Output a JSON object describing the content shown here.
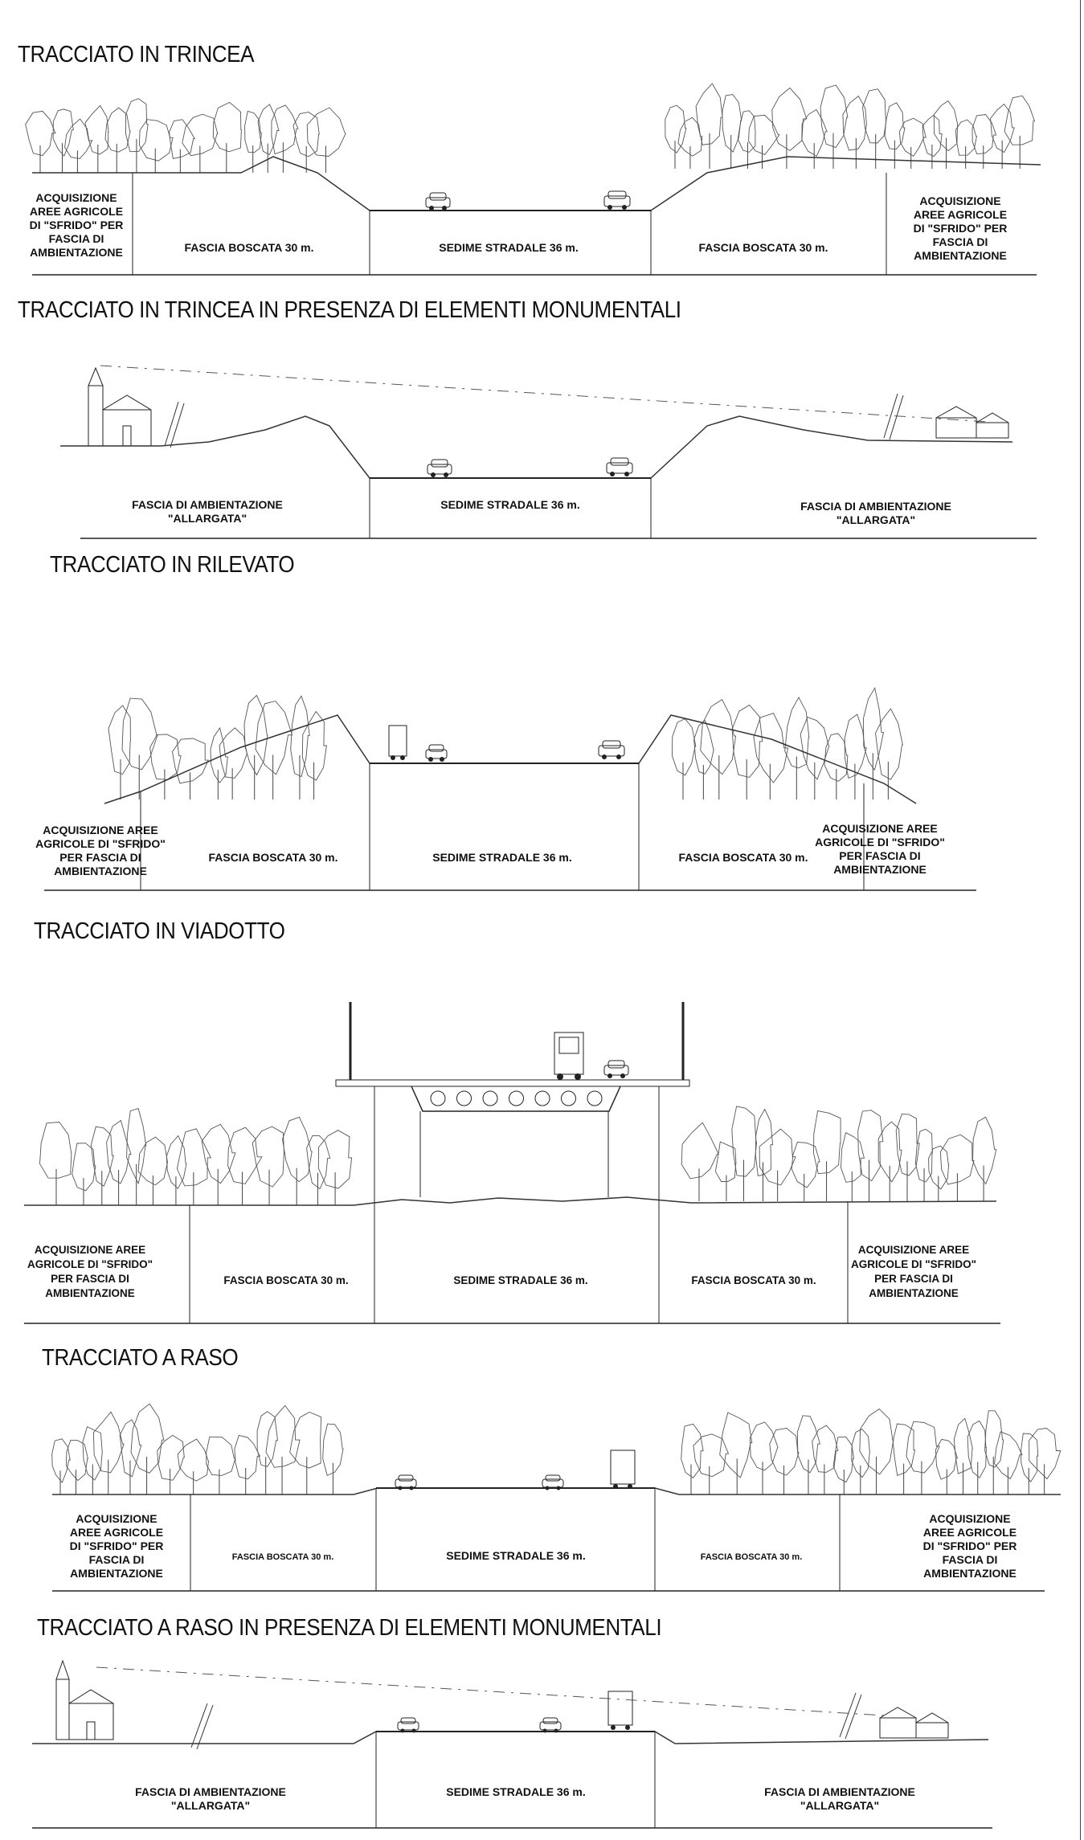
{
  "sections": [
    {
      "title": "TRACCIATO IN TRINCEA",
      "labels": [
        "ACQUISIZIONE\nAREE AGRICOLE\nDI \"SFRIDO\" PER\nFASCIA DI\nAMBIENTAZIONE",
        "FASCIA BOSCATA 30 m.",
        "SEDIME STRADALE 36 m.",
        "FASCIA BOSCATA 30 m.",
        "ACQUISIZIONE\nAREE AGRICOLE\nDI \"SFRIDO\" PER\nFASCIA DI\nAMBIENTAZIONE"
      ]
    },
    {
      "title": "TRACCIATO IN TRINCEA IN PRESENZA DI ELEMENTI MONUMENTALI",
      "labels": [
        "FASCIA DI AMBIENTAZIONE\n\"ALLARGATA\"",
        "SEDIME STRADALE 36 m.",
        "FASCIA DI AMBIENTAZIONE\n\"ALLARGATA\""
      ]
    },
    {
      "title": "TRACCIATO IN RILEVATO",
      "labels": [
        "ACQUISIZIONE AREE\nAGRICOLE DI \"SFRIDO\"\nPER FASCIA DI\nAMBIENTAZIONE",
        "FASCIA BOSCATA 30 m.",
        "SEDIME STRADALE 36 m.",
        "FASCIA BOSCATA 30 m.",
        "ACQUISIZIONE AREE\nAGRICOLE DI \"SFRIDO\"\nPER FASCIA DI\nAMBIENTAZIONE"
      ]
    },
    {
      "title": "TRACCIATO IN VIADOTTO",
      "labels": [
        "ACQUISIZIONE AREE\nAGRICOLE DI \"SFRIDO\"\nPER FASCIA DI\nAMBIENTAZIONE",
        "FASCIA BOSCATA 30 m.",
        "SEDIME STRADALE 36 m.",
        "FASCIA BOSCATA 30 m.",
        "ACQUISIZIONE AREE\nAGRICOLE DI \"SFRIDO\"\nPER FASCIA DI\nAMBIENTAZIONE"
      ]
    },
    {
      "title": "TRACCIATO A RASO",
      "labels": [
        "ACQUISIZIONE\nAREE AGRICOLE\nDI \"SFRIDO\" PER\nFASCIA DI\nAMBIENTAZIONE",
        "FASCIA BOSCATA 30 m.",
        "SEDIME STRADALE 36 m.",
        "FASCIA BOSCATA 30 m.",
        "ACQUISIZIONE\nAREE AGRICOLE\nDI \"SFRIDO\" PER\nFASCIA DI\nAMBIENTAZIONE"
      ]
    },
    {
      "title": "TRACCIATO A RASO IN PRESENZA DI ELEMENTI MONUMENTALI",
      "labels": [
        "FASCIA DI AMBIENTAZIONE\n\"ALLARGATA\"",
        "SEDIME STRADALE 36 m.",
        "FASCIA DI AMBIENTAZIONE\n\"ALLARGATA\""
      ]
    }
  ]
}
